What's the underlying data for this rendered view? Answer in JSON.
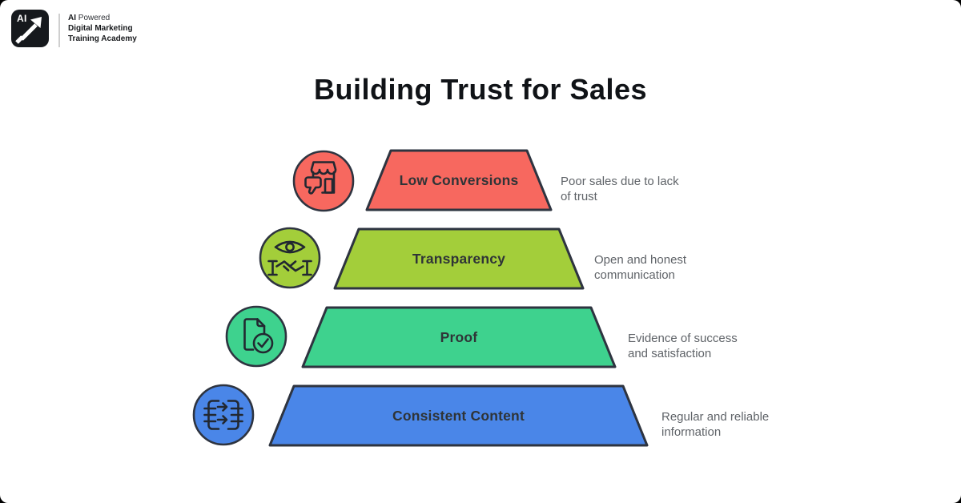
{
  "canvas": {
    "background": "#000000",
    "surface": "#FFFFFF"
  },
  "logo": {
    "badge_label": "AI",
    "tagline_bold": "AI",
    "tagline_rest": " Powered",
    "name_line1": "Digital Marketing",
    "name_line2": "Training Academy"
  },
  "title": "Building Trust for Sales",
  "pyramid": {
    "outline_color": "#2E3440",
    "icon_stroke": "#222831",
    "label_color": "#2F3437",
    "caption_color": "#5F6368",
    "levels": [
      {
        "label": "Low Conversions",
        "caption_line1": "Poor sales due to lack",
        "caption_line2": "of trust",
        "color": "#F7685F",
        "icon": "storefront-thumbs-down-icon"
      },
      {
        "label": "Transparency",
        "caption_line1": "Open and honest",
        "caption_line2": "communication",
        "color": "#A3CE3A",
        "icon": "eye-handshake-icon"
      },
      {
        "label": "Proof",
        "caption_line1": "Evidence of success",
        "caption_line2": "and satisfaction",
        "color": "#3ED28E",
        "icon": "document-check-icon"
      },
      {
        "label": "Consistent Content",
        "caption_line1": "Regular and reliable",
        "caption_line2": "information",
        "color": "#4A86E8",
        "icon": "content-flow-icon"
      }
    ]
  }
}
